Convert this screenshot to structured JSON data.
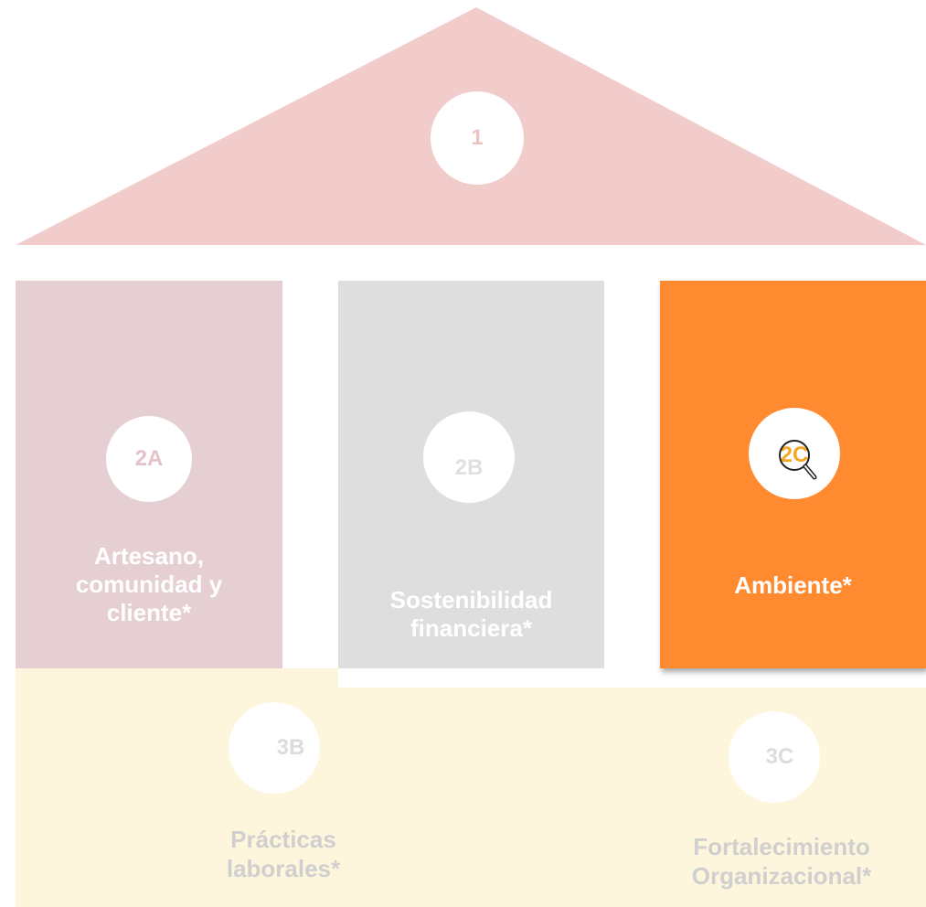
{
  "roof": {
    "number": "1",
    "color": "#f2cbcb"
  },
  "pillars": [
    {
      "id": "2A",
      "label_lines": [
        "Artesano,",
        "comunidad y",
        "cliente*"
      ],
      "color": "#e5cfd2",
      "number_color": "#e3c3c9"
    },
    {
      "id": "2B",
      "label_lines": [
        "Sostenibilidad",
        "financiera*"
      ],
      "color": "#dedede",
      "number_color": "#e0e0e0"
    },
    {
      "id": "2C",
      "label_lines": [
        "Ambiente*"
      ],
      "color": "#ff8a2f",
      "number_color": "#f5a623",
      "icon": "magnifier-icon",
      "highlighted": true
    }
  ],
  "foundation": {
    "color": "#fdf6dc",
    "items": [
      {
        "id": "3B",
        "label_lines": [
          "Prácticas",
          "laborales*"
        ]
      },
      {
        "id": "3C",
        "label_lines": [
          "Fortalecimiento",
          "Organizacional*"
        ]
      }
    ]
  }
}
